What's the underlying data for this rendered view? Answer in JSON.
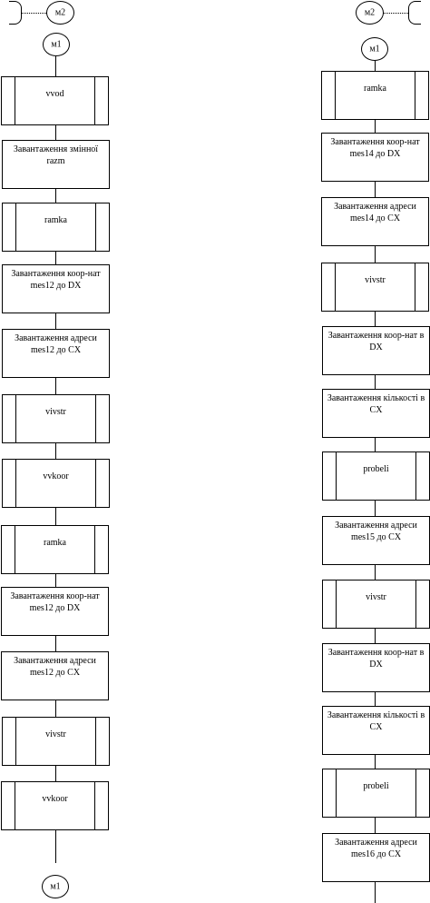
{
  "diagram": {
    "left_column": {
      "top_connector": "м2",
      "start_connector": "м1",
      "blocks": [
        {
          "type": "proc",
          "text": "vvod"
        },
        {
          "type": "op",
          "text": "Завантаження змінної razm"
        },
        {
          "type": "proc",
          "text": "ramka"
        },
        {
          "type": "op",
          "text": "Завантаження коор-нат mes12 до DX"
        },
        {
          "type": "op",
          "text": "Завантаження адреси mes12 до CX"
        },
        {
          "type": "proc",
          "text": "vivstr"
        },
        {
          "type": "proc",
          "text": "vvkoor"
        },
        {
          "type": "proc",
          "text": "ramka"
        },
        {
          "type": "op",
          "text": "Завантаження коор-нат mes12 до DX"
        },
        {
          "type": "op",
          "text": "Завантаження адреси mes12 до CX"
        },
        {
          "type": "proc",
          "text": "vivstr"
        },
        {
          "type": "proc",
          "text": "vvkoor"
        }
      ],
      "end_connector": "м1"
    },
    "right_column": {
      "top_connector": "м2",
      "start_connector": "м1",
      "blocks": [
        {
          "type": "proc",
          "text": "ramka"
        },
        {
          "type": "op",
          "text": "Завантаження коор-нат mes14 до DX"
        },
        {
          "type": "op",
          "text": "Завантаження адреси mes14 до CX"
        },
        {
          "type": "proc",
          "text": "vivstr"
        },
        {
          "type": "op",
          "text": "Завантаження коор-нат в DX"
        },
        {
          "type": "op",
          "text": "Завантаження кількості в CX"
        },
        {
          "type": "proc",
          "text": "probeli"
        },
        {
          "type": "op",
          "text": "Завантаження адреси mes15 до CX"
        },
        {
          "type": "proc",
          "text": "vivstr"
        },
        {
          "type": "op",
          "text": "Завантаження коор-нат в DX"
        },
        {
          "type": "op",
          "text": "Завантаження кількості в CX"
        },
        {
          "type": "proc",
          "text": "probeli"
        },
        {
          "type": "op",
          "text": "Завантаження адреси mes16 до CX"
        }
      ]
    }
  }
}
